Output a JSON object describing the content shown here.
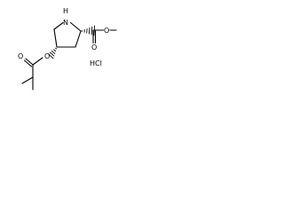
{
  "molecule": {
    "atoms": {
      "nh": "H",
      "n": "N",
      "ester_o_single": "O",
      "ester_o_double": "O",
      "acyl_o_single": "O",
      "acyl_o_double": "O"
    },
    "salt_label": "HCl"
  }
}
